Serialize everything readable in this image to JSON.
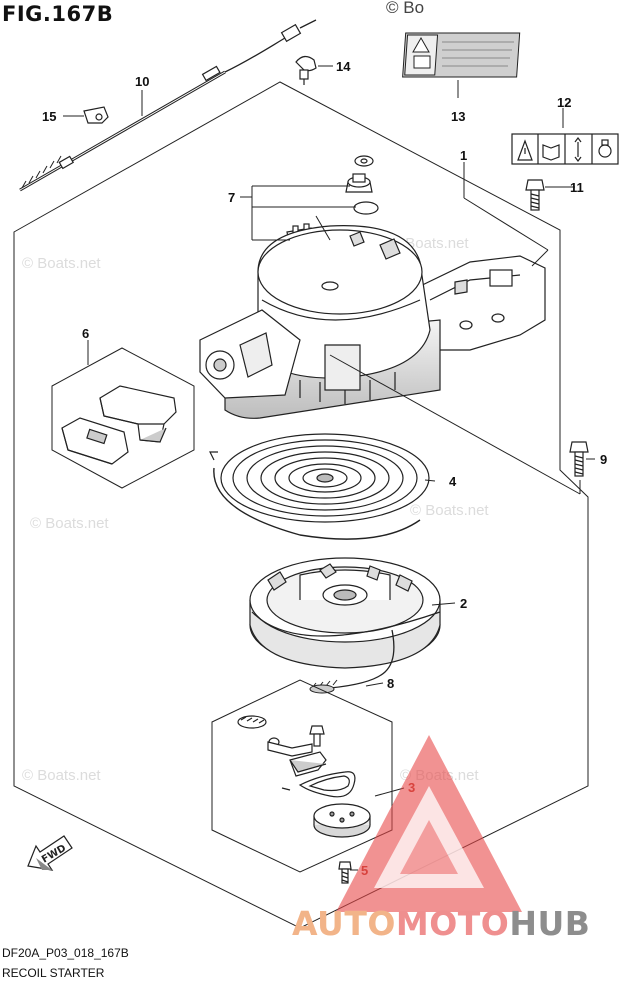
{
  "figure": {
    "title": "FIG.167B",
    "code": "DF20A_P03_018_167B",
    "name": "RECOIL STARTER",
    "copyright": "© Bo",
    "watermark": "© Boats.net",
    "fwd_label": "FWD"
  },
  "brand": {
    "part1": "AUTO",
    "part2": "MOTO",
    "part3": "HUB",
    "colors": {
      "triangle": "#e84a4a",
      "auto": "#f2b489",
      "moto": "#ef8f8f",
      "hub": "#8d8d8d"
    }
  },
  "callouts": [
    "1",
    "2",
    "3",
    "4",
    "5",
    "6",
    "7",
    "8",
    "9",
    "10",
    "11",
    "12",
    "13",
    "14",
    "15"
  ],
  "colors": {
    "line": "#222222",
    "part_fill": "#ffffff",
    "shade": "#d6d6d6",
    "accent_red": "#c0392b"
  }
}
